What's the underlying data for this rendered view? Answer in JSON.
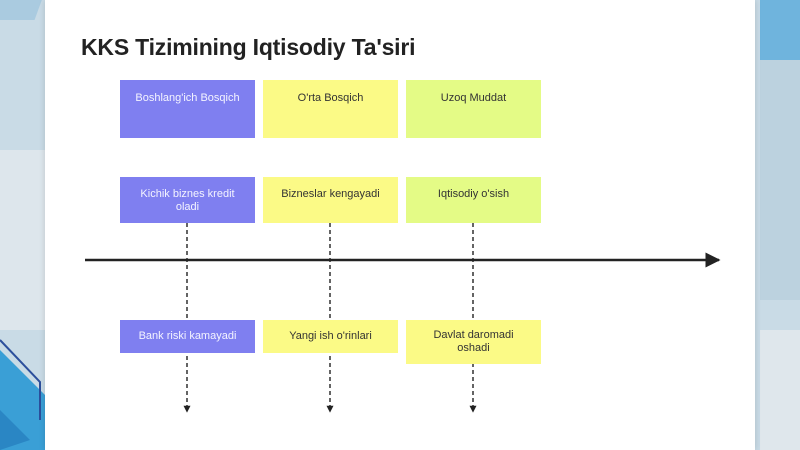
{
  "slide": {
    "title": "KKS Tizimining Iqtisodiy Ta'siri"
  },
  "diagram": {
    "columns": [
      {
        "stage": "Boshlang'ich Bosqich",
        "event": "Kichik biznes kredit oladi",
        "outcome": "Bank riski kamayadi",
        "color": "#7f7ff0"
      },
      {
        "stage": "O'rta Bosqich",
        "event": "Bizneslar kengayadi",
        "outcome": "Yangi ish o'rinlari",
        "color": "#fbfa86"
      },
      {
        "stage": "Uzoq Muddat",
        "event": "Iqtisodiy o'sish",
        "outcome": "Davlat daromadi oshadi",
        "color": "#e4fb86"
      }
    ],
    "axis_color": "#222222"
  }
}
